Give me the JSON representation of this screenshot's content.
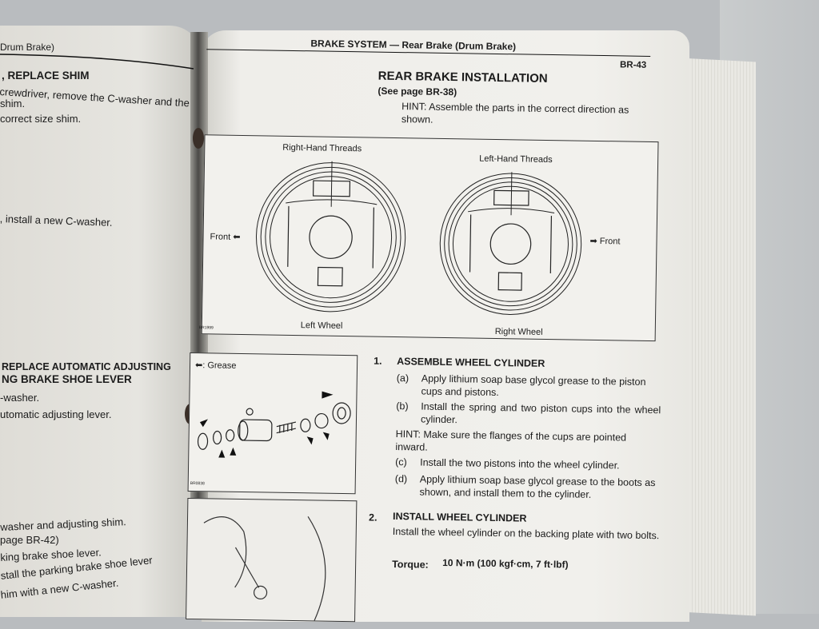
{
  "left_page": {
    "header": "Drum Brake)",
    "section1_title": ", REPLACE SHIM",
    "section1_lines": [
      "crewdriver, remove the C-washer and the",
      "shim.",
      "correct size shim."
    ],
    "section1_line4": ", install a new C-washer.",
    "section2_title_1": "REPLACE AUTOMATIC ADJUSTING",
    "section2_title_2": "NG BRAKE SHOE LEVER",
    "section2_lines": [
      "-washer.",
      "utomatic adjusting lever."
    ],
    "section3_lines": [
      "washer and adjusting shim.",
      "page BR-42)",
      "king brake shoe lever.",
      "stall the parking brake shoe lever",
      "him with a new C-washer."
    ]
  },
  "right_page": {
    "header": "BRAKE SYSTEM — Rear Brake (Drum Brake)",
    "page_number": "BR-43",
    "title": "REAR BRAKE INSTALLATION",
    "see_page": "(See page BR-38)",
    "hint_intro": "HINT:  Assemble the parts in the correct direction as shown.",
    "figure1": {
      "label_rh_threads": "Right-Hand Threads",
      "label_lh_threads": "Left-Hand Threads",
      "front_left": "Front",
      "front_right": "Front",
      "left_wheel": "Left Wheel",
      "right_wheel": "Right Wheel",
      "code": "BR1999"
    },
    "figure2": {
      "legend": ": Grease",
      "code": "BR0838"
    },
    "step1": {
      "number": "1.",
      "title": "ASSEMBLE WHEEL CYLINDER",
      "a_label": "(a)",
      "a_text": "Apply lithium soap base glycol grease to the piston cups and pistons.",
      "b_label": "(b)",
      "b_text": "Install the spring and two piston cups into the wheel cylinder.",
      "hint": "HINT:  Make sure the flanges of the cups are pointed inward.",
      "c_label": "(c)",
      "c_text": "Install the two pistons into the wheel cylinder.",
      "d_label": "(d)",
      "d_text": "Apply lithium soap base glycol grease to the boots as shown, and install them to the cylinder."
    },
    "step2": {
      "number": "2.",
      "title": "INSTALL WHEEL CYLINDER",
      "text": "Install the wheel cylinder on the backing plate with two bolts.",
      "torque_label": "Torque:",
      "torque_value": "10 N·m (100 kgf·cm, 7 ft·lbf)"
    }
  }
}
